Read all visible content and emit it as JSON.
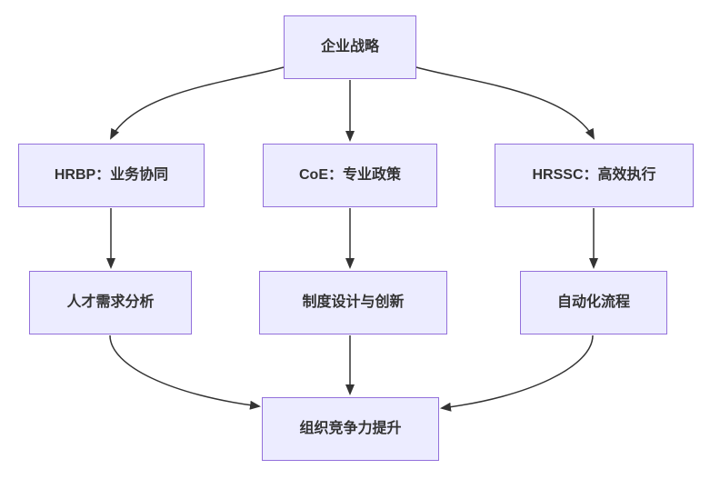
{
  "diagram": {
    "type": "flowchart",
    "direction": "top-down",
    "background": "#ffffff",
    "colors": {
      "node_fill": "#ECECFF",
      "node_border": "#9370DB",
      "edge_line": "#333333",
      "label_text": "#333333"
    },
    "nodes": {
      "strategy": {
        "label": "企业战略"
      },
      "hrbp": {
        "label": "HRBP：业务协同"
      },
      "coe": {
        "label": "CoE：专业政策"
      },
      "hrssc": {
        "label": "HRSSC：高效执行"
      },
      "talent": {
        "label": "人才需求分析"
      },
      "policy": {
        "label": "制度设计与创新"
      },
      "automation": {
        "label": "自动化流程"
      },
      "org": {
        "label": "组织竞争力提升"
      }
    },
    "edges": [
      {
        "from": "strategy",
        "to": "hrbp"
      },
      {
        "from": "strategy",
        "to": "coe"
      },
      {
        "from": "strategy",
        "to": "hrssc"
      },
      {
        "from": "hrbp",
        "to": "talent"
      },
      {
        "from": "coe",
        "to": "policy"
      },
      {
        "from": "hrssc",
        "to": "automation"
      },
      {
        "from": "talent",
        "to": "org"
      },
      {
        "from": "policy",
        "to": "org"
      },
      {
        "from": "automation",
        "to": "org"
      }
    ]
  }
}
